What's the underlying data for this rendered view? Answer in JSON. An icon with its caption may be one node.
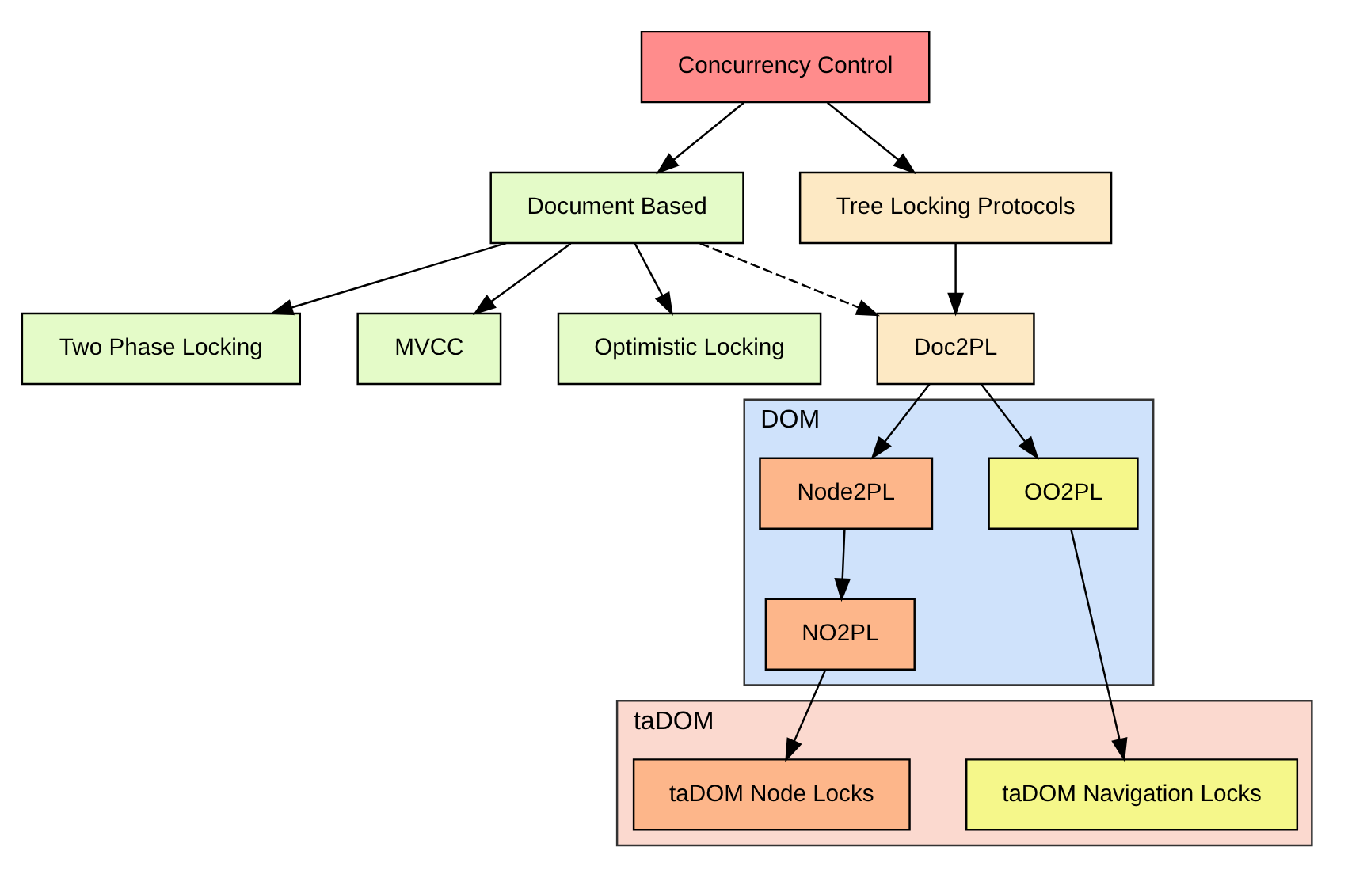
{
  "diagram": {
    "nodes": [
      {
        "text": [
          "Concurrency Control"
        ]
      },
      {
        "text": [
          "Document Based"
        ]
      },
      {
        "text": [
          "Tree Locking Protocols"
        ]
      },
      {
        "text": [
          "Two Phase Locking"
        ]
      },
      {
        "text": [
          "MVCC"
        ]
      },
      {
        "text": [
          "Optimistic Locking"
        ]
      },
      {
        "text": [
          "Doc2PL"
        ]
      },
      {
        "text": [
          "DOM"
        ]
      },
      {
        "text": [
          "Node2PL"
        ],
        "in": 7
      },
      {
        "text": [
          "OO2PL"
        ],
        "in": 7
      },
      {
        "text": [
          "NO2PL"
        ],
        "in": 7
      },
      {
        "text": [
          "taDOM"
        ]
      },
      {
        "text": [
          "taDOM Node Locks"
        ],
        "in": 11
      },
      {
        "text": [
          "taDOM Navigation Locks"
        ],
        "in": 11
      }
    ],
    "edges": [
      {
        "from": 0,
        "to": 1,
        "arrow": "to"
      },
      {
        "from": 0,
        "to": 2,
        "arrow": "to"
      },
      {
        "from": 1,
        "to": 3,
        "arrow": "to"
      },
      {
        "from": 1,
        "to": 4,
        "arrow": "to"
      },
      {
        "from": 1,
        "to": 5,
        "arrow": "to"
      },
      {
        "from": 1,
        "to": 6,
        "arrow": "to",
        "style": "dashed"
      },
      {
        "from": 2,
        "to": 6,
        "arrow": "to"
      },
      {
        "from": 6,
        "to": 8,
        "arrow": "to"
      },
      {
        "from": 6,
        "to": 9,
        "arrow": "to"
      },
      {
        "from": 8,
        "to": 10,
        "arrow": "to"
      },
      {
        "from": 10,
        "to": 12,
        "arrow": "to"
      },
      {
        "from": 9,
        "to": 13,
        "arrow": "to"
      }
    ]
  }
}
